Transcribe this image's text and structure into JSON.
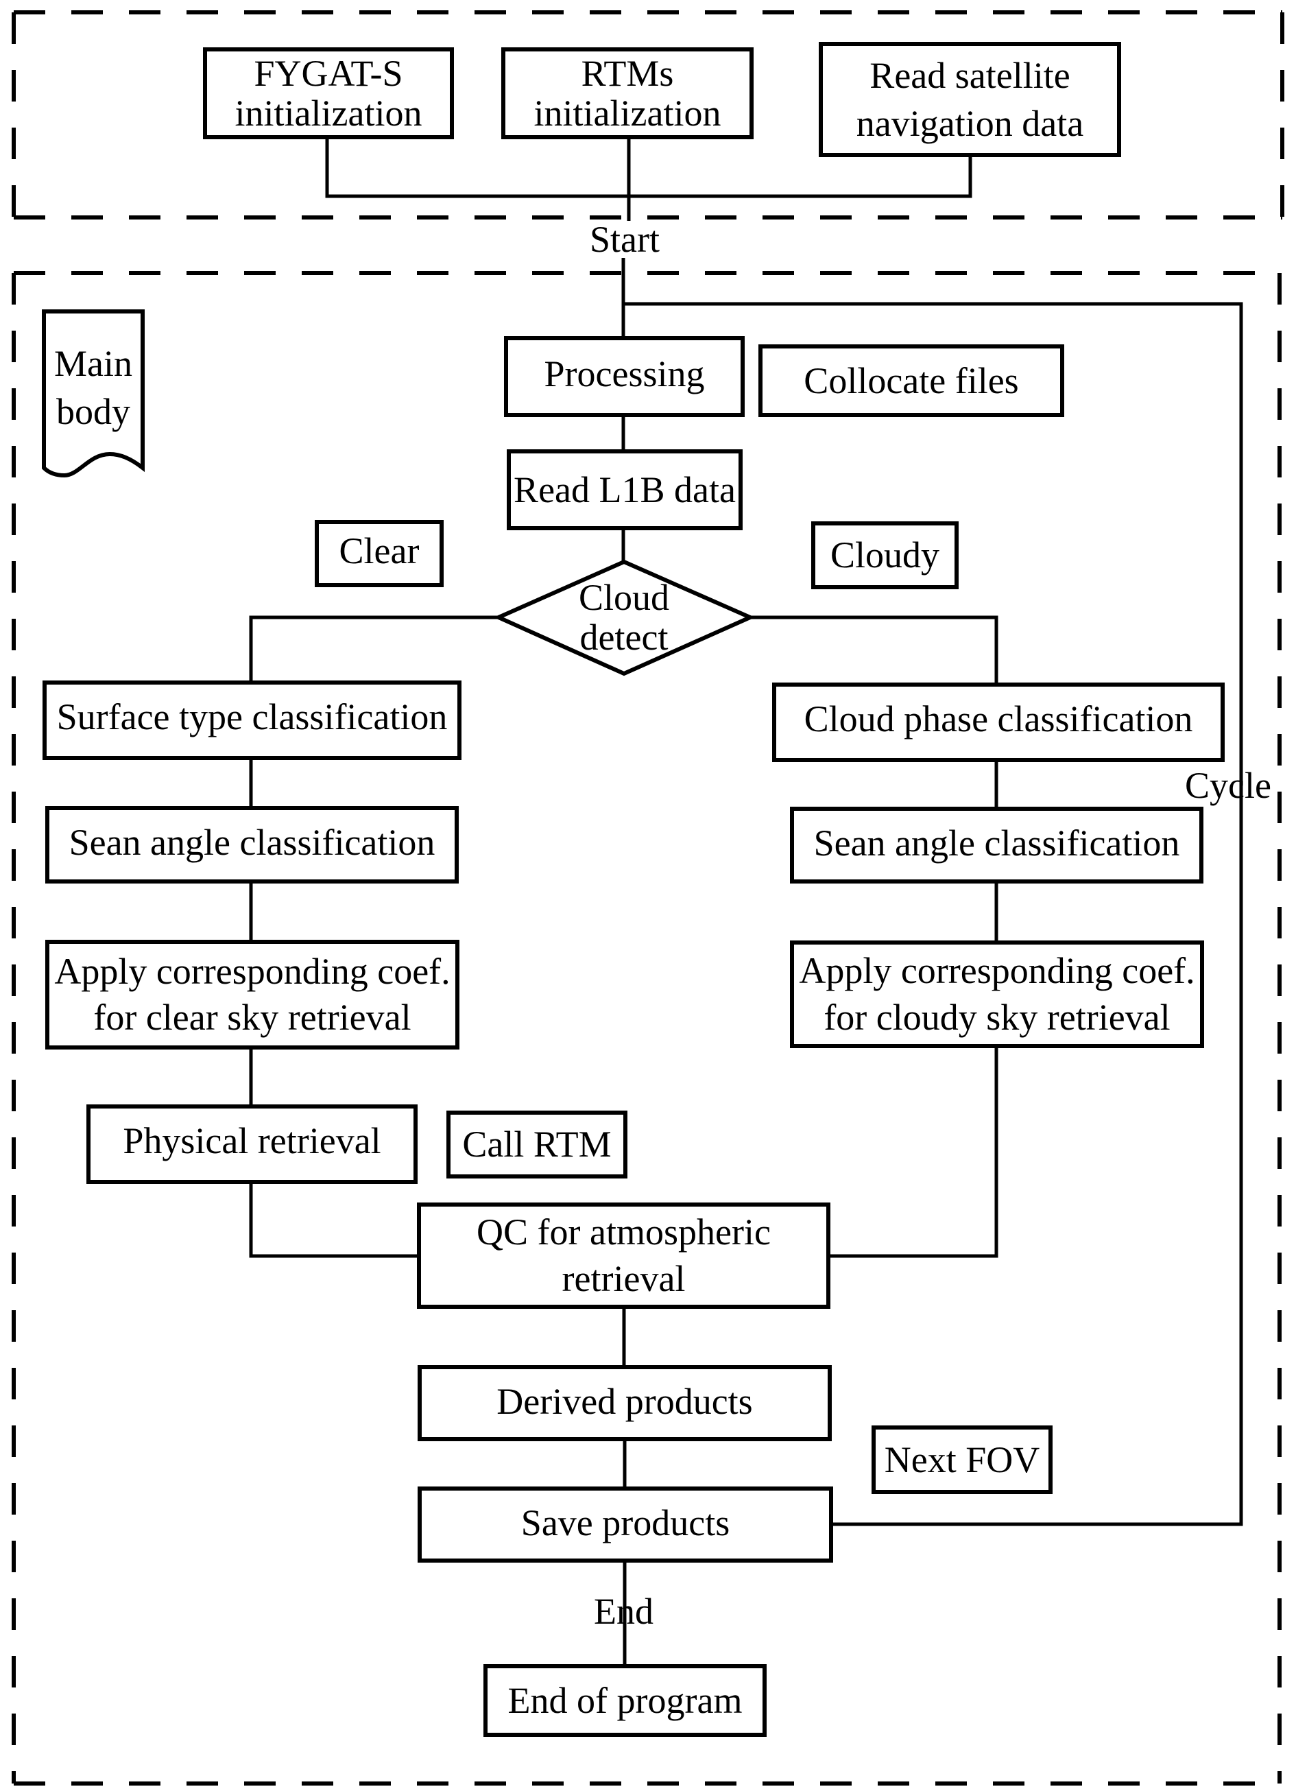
{
  "diagram": {
    "init_section": {
      "fygat_init": "FYGAT-S\ninitialization",
      "rtms_init": "RTMs\ninitialization",
      "read_nav": "Read satellite\nnavigation data"
    },
    "start_label": "Start",
    "main_section_label": "Main\nbody",
    "processing": "Processing",
    "collocate_files": "Collocate files",
    "read_l1b": "Read L1B data",
    "clear_label": "Clear",
    "cloudy_label": "Cloudy",
    "cloud_detect": "Cloud\ndetect",
    "clear_branch": {
      "surface_type": "Surface type classification",
      "scan_angle": "Sean angle classification",
      "apply_coef": "Apply corresponding coef.\nfor clear sky retrieval",
      "physical_retrieval": "Physical retrieval"
    },
    "cloudy_branch": {
      "cloud_phase": "Cloud phase classification",
      "scan_angle": "Sean angle classification",
      "apply_coef": "Apply corresponding coef.\nfor cloudy sky retrieval"
    },
    "call_rtm": "Call RTM",
    "qc": "QC for atmospheric\nretrieval",
    "derived_products": "Derived products",
    "next_fov": "Next FOV",
    "save_products": "Save products",
    "cycle_label": "Cycle",
    "end_label": "End",
    "end_of_program": "End of program"
  }
}
